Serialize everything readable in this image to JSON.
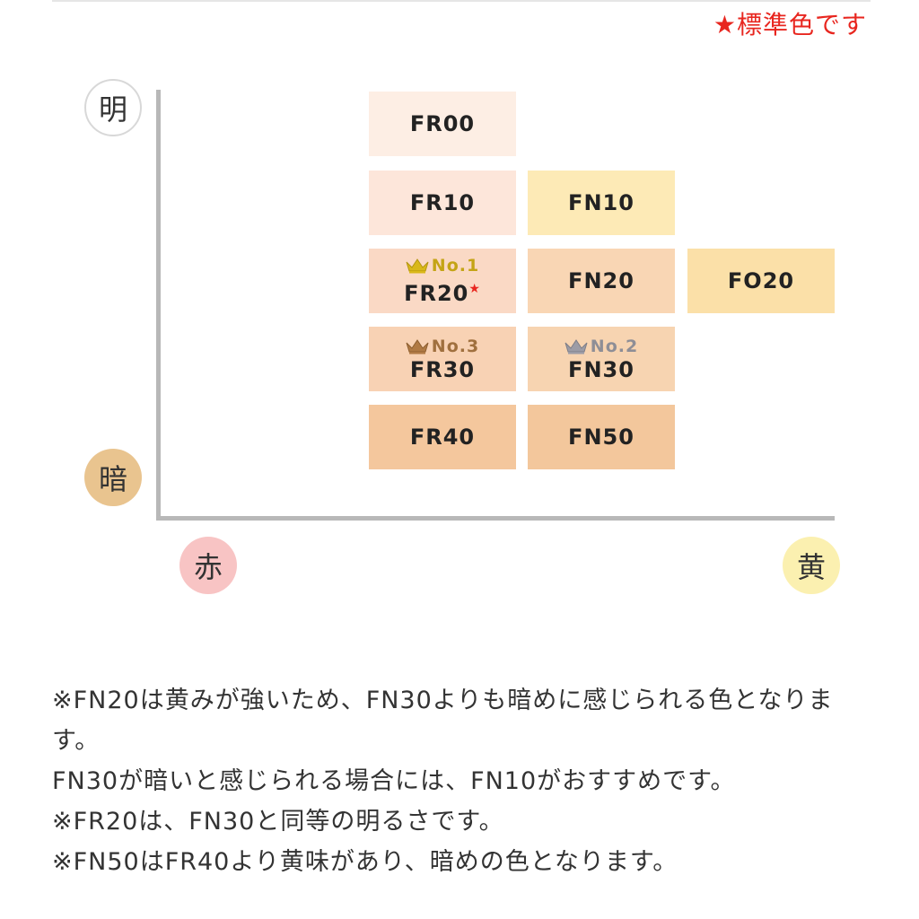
{
  "header": {
    "standard_note": "★標準色です"
  },
  "axes": {
    "bright": "明",
    "dark": "暗",
    "red": "赤",
    "yellow": "黄"
  },
  "colors": {
    "FR00": "#fdeee4",
    "FR10": "#fde6da",
    "FN10": "#fdeab6",
    "FR20": "#fad9c5",
    "FN20": "#f9d6b4",
    "FO20": "#fbe0a8",
    "FR30": "#f8d2b4",
    "FN30": "#f7d4b1",
    "FR40": "#f4c79d",
    "FN50": "#f3c79c",
    "accent_red": "#e8261f"
  },
  "swatches": {
    "fr00": {
      "code": "FR00"
    },
    "fr10": {
      "code": "FR10"
    },
    "fn10": {
      "code": "FN10"
    },
    "fr20": {
      "code": "FR20",
      "star": "★",
      "rank": "No.1"
    },
    "fn20": {
      "code": "FN20"
    },
    "fo20": {
      "code": "FO20"
    },
    "fr30": {
      "code": "FR30",
      "rank": "No.3"
    },
    "fn30": {
      "code": "FN30",
      "rank": "No.2"
    },
    "fr40": {
      "code": "FR40"
    },
    "fn50": {
      "code": "FN50"
    }
  },
  "icons": {
    "rank": "crown-icon"
  },
  "notes": [
    "※FN20は黄みが強いため、FN30よりも暗めに感じられる色となります。",
    "FN30が暗いと感じられる場合には、FN10がおすすめです。",
    "※FR20は、FN30と同等の明るさです。",
    "※FN50はFR40より黄味があり、暗めの色となります。"
  ]
}
